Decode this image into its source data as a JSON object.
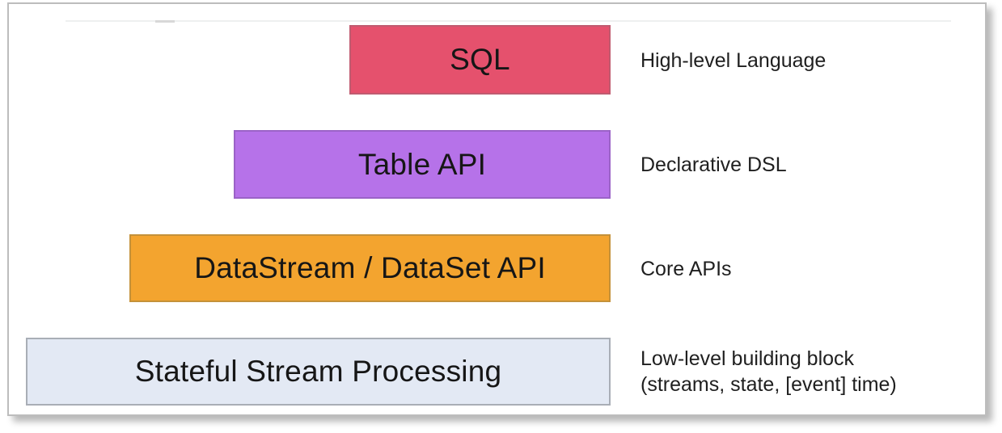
{
  "page": {
    "background_color": "#ffffff",
    "frame": {
      "border_color": "#bdbdbd",
      "shadow_color": "rgba(0,0,0,0.28)"
    },
    "artifact_line_color": "#eef0f0",
    "artifact_dash_color": "#d8d8d8"
  },
  "stack": {
    "layers": [
      {
        "id": "sql",
        "label": "SQL",
        "annotation": "High-level Language",
        "fill_color": "#e5516d",
        "border_color": "#c05b70"
      },
      {
        "id": "table-api",
        "label": "Table API",
        "annotation": "Declarative DSL",
        "fill_color": "#b672e9",
        "border_color": "#9b63c7"
      },
      {
        "id": "datastream-dataset-api",
        "label": "DataStream / DataSet API",
        "annotation": "Core APIs",
        "fill_color": "#f3a42f",
        "border_color": "#c4913a"
      },
      {
        "id": "stateful-stream-processing",
        "label": "Stateful Stream Processing",
        "annotation": "Low-level building block\n(streams, state, [event] time)",
        "fill_color": "#e3e9f4",
        "border_color": "#a9aeb6"
      }
    ]
  }
}
